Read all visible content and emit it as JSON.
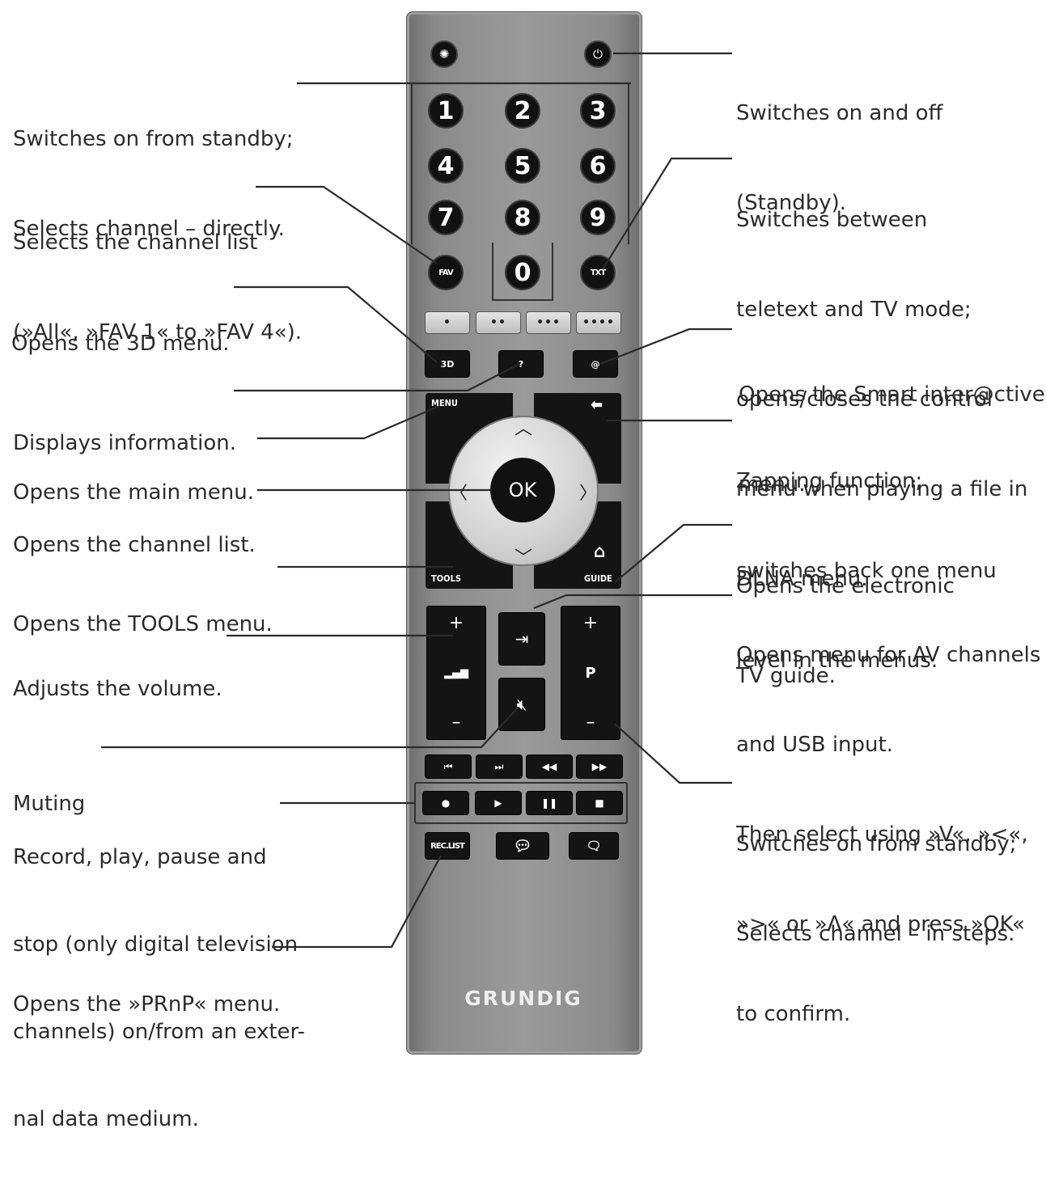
{
  "remote": {
    "brand": "GRUNDIG",
    "numbers": [
      "1",
      "2",
      "3",
      "4",
      "5",
      "6",
      "7",
      "8",
      "9",
      "0"
    ],
    "fav_label": "FAV",
    "txt_label": "TXT",
    "color_buttons": [
      "•",
      "••",
      "•••",
      "••••"
    ],
    "btn_3d": "3D",
    "btn_info": "?",
    "btn_smart": "@",
    "menu_label": "MENU",
    "tools_label": "TOOLS",
    "guide_label": "GUIDE",
    "ok_label": "OK",
    "vol_plus": "+",
    "vol_minus": "–",
    "ch_plus": "+",
    "ch_minus": "–",
    "ch_label": "P",
    "reclist_label": "REC.LIST"
  },
  "annotations": {
    "standby_direct": [
      "Switches on from standby;",
      "Selects channel – directly."
    ],
    "channel_list_fav": [
      "Selects the channel list",
      "(»All«, »FAV 1« to »FAV 4«)."
    ],
    "menu_3d": [
      "Opens the 3D menu."
    ],
    "info": [
      "Displays information."
    ],
    "main_menu": [
      "Opens the main menu."
    ],
    "channel_list": [
      "Opens the channel list."
    ],
    "tools_menu": [
      "Opens the TOOLS menu."
    ],
    "volume": [
      "Adjusts the volume."
    ],
    "muting": [
      "Muting"
    ],
    "record": [
      "Record, play, pause and",
      "stop (only digital television",
      "channels) on/from an exter-",
      "nal data medium."
    ],
    "prnp": [
      "Opens the »PRnP« menu."
    ],
    "power": [
      "Switches on and off",
      "(Standby)."
    ],
    "teletext": [
      "Switches between",
      "teletext and TV mode;",
      "opens/closes the control",
      "menu when playing a file in",
      "DLNA menu."
    ],
    "smart": [
      "Opens the Smart inter@ctive",
      "menu."
    ],
    "zapping": [
      "Zapping function;",
      "switches back one menu",
      "level in the menus."
    ],
    "epg": [
      "Opens the electronic",
      "TV guide."
    ],
    "av_usb": [
      "Opens menu for AV channels",
      "and USB input.",
      "Then select using »V«, »<«,",
      "»>« or »Λ« and press »OK«",
      "to confirm."
    ],
    "steps": [
      "Switches on from standby;",
      "Selects channel – in steps."
    ]
  }
}
